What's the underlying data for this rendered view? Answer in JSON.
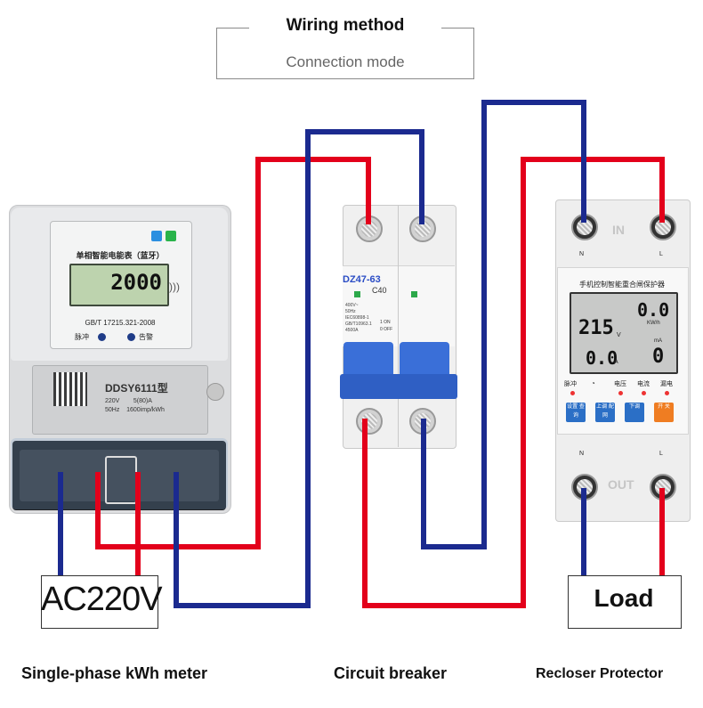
{
  "header": {
    "title": "Wiring method",
    "subtitle": "Connection mode"
  },
  "meter": {
    "name": "单相智能电能表（蓝牙）",
    "display_value": "2000",
    "standard": "GB/T 17215.321-2008",
    "indicator_pulse": "脉冲",
    "indicator_alarm": "告警",
    "model": "DDSY6111型",
    "spec_line1": "220V        5(80)A",
    "spec_line2": "50Hz    1600imp/kWh"
  },
  "breaker": {
    "model": "DZ47-63",
    "rating": "C40",
    "spec": "400V~\n50Hz\nIEC60898-1\nGB/T10963.1\n4500A",
    "on_label": "1 ON",
    "off_label": "0 OFF"
  },
  "protector": {
    "title": "手机控制智能重合闸保护器",
    "voltage": "215",
    "voltage_unit": "V",
    "energy": "0.0",
    "energy_unit": "KW/h",
    "current": "0.0",
    "current_unit": "A",
    "leak": "0",
    "leak_unit": "mA",
    "status_labels": [
      "脉冲",
      "电压",
      "电流",
      "漏电"
    ],
    "keys": [
      "设置 查询",
      "上调 配网",
      "下调",
      "开 关"
    ],
    "in_label": "IN",
    "out_label": "OUT",
    "n_label": "N",
    "l_label": "L"
  },
  "source_box": "AC220V",
  "load_box": "Load",
  "captions": {
    "meter": "Single-phase kWh meter",
    "breaker": "Circuit breaker",
    "protector": "Recloser Protector"
  },
  "colors": {
    "live_wire": "#e3001b",
    "neutral_wire": "#1b2a8f",
    "breaker_handle": "#3a6fd8"
  }
}
